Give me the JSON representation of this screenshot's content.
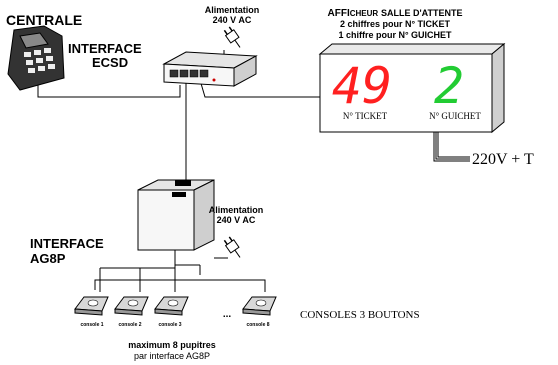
{
  "centrale": {
    "label": "CENTRALE"
  },
  "interface_ecsd": {
    "line1": "INTERFACE",
    "line2": "ECSD"
  },
  "power_top": {
    "line1": "Alimentation",
    "line2": "240 V AC"
  },
  "afficheur": {
    "title_part1": "AFFI",
    "title_part2": "CHEUR",
    "title_part3": "SALLE D'ATTENTE",
    "line2": "2 chiffres pour N° TICKET",
    "line3": "1 chiffre pour N° GUICHET",
    "digits_ticket": "49",
    "digit_guichet": "2",
    "label_ticket": "N° TICKET",
    "label_guichet": "N° GUICHET",
    "color_ticket": "#ff2020",
    "color_guichet": "#22cc33"
  },
  "power_right": {
    "label": "220V + T"
  },
  "interface_ag8p": {
    "line1": "INTERFACE",
    "line2": "AG8P"
  },
  "power_mid": {
    "line1": "Alimentation",
    "line2": "240 V AC"
  },
  "consoles": {
    "items": [
      {
        "label": "console 1"
      },
      {
        "label": "console 2"
      },
      {
        "label": "console 3"
      },
      {
        "label": "console 8"
      }
    ],
    "ellipsis": "...",
    "caption": "CONSOLES 3 BOUTONS",
    "max_line1": "maximum 8 pupitres",
    "max_line2": "par interface AG8P"
  }
}
